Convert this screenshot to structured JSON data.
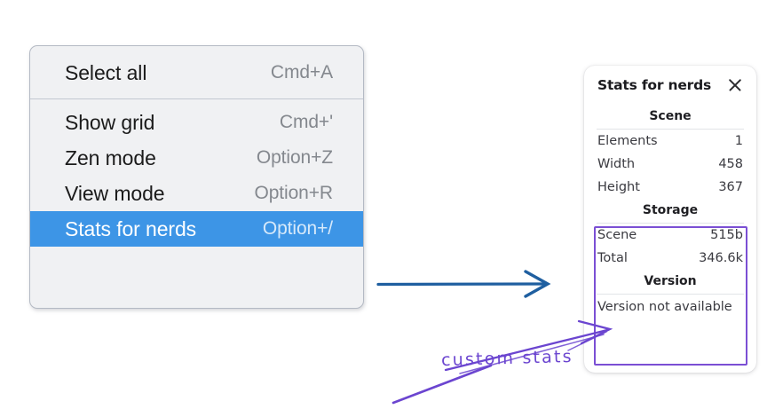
{
  "context_menu": {
    "groups": [
      {
        "items": [
          {
            "label": "Select all",
            "accel": "Cmd+A",
            "selected": false
          }
        ]
      },
      {
        "items": [
          {
            "label": "Show grid",
            "accel": "Cmd+'",
            "selected": false
          },
          {
            "label": "Zen mode",
            "accel": "Option+Z",
            "selected": false
          },
          {
            "label": "View mode",
            "accel": "Option+R",
            "selected": false
          },
          {
            "label": "Stats for nerds",
            "accel": "Option+/",
            "selected": true
          }
        ]
      }
    ],
    "selected_bg": "#3d95e6"
  },
  "stats_panel": {
    "title": "Stats for nerds",
    "close_icon": "close-icon",
    "sections": [
      {
        "heading": "Scene",
        "rows": [
          {
            "key": "Elements",
            "value": "1"
          },
          {
            "key": "Width",
            "value": "458"
          },
          {
            "key": "Height",
            "value": "367"
          }
        ]
      },
      {
        "heading": "Storage",
        "rows": [
          {
            "key": "Scene",
            "value": "515b"
          },
          {
            "key": "Total",
            "value": "346.6k"
          }
        ]
      },
      {
        "heading": "Version",
        "note": "Version not available",
        "rows": []
      }
    ]
  },
  "annotations": {
    "flow_arrow_color": "#1f5fa0",
    "highlight_box_color": "#7b4fd4",
    "label": "custom stats",
    "label_color": "#6b45d0"
  }
}
